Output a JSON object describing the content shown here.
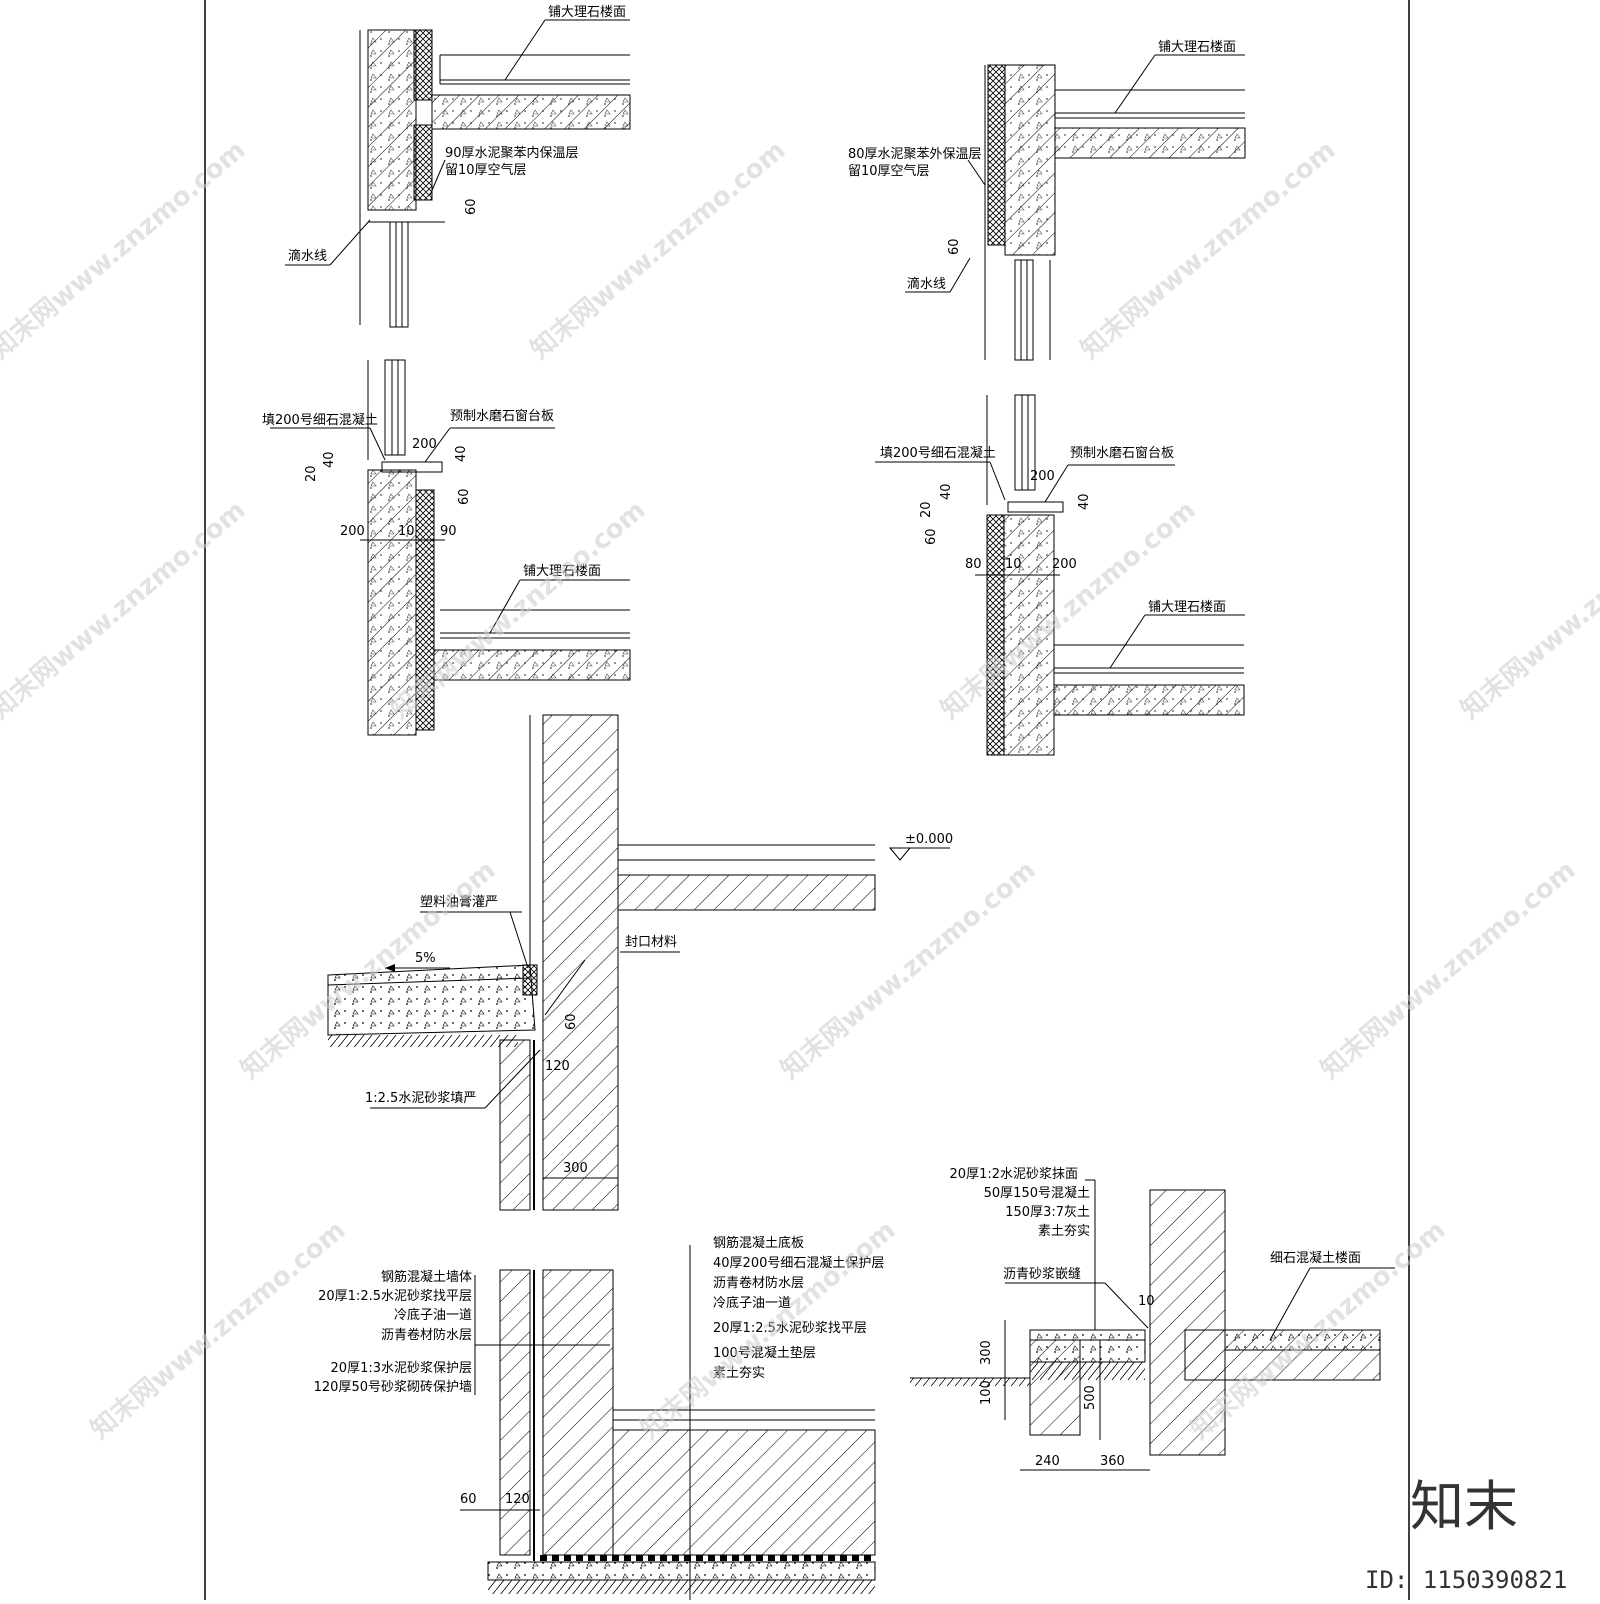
{
  "labels": {
    "d1_floor": "铺大理石楼面",
    "d1_insul": "90厚水泥聚苯内保温层",
    "d1_air": "留10厚空气层",
    "d1_drip": "滴水线",
    "d1_dim60": "60",
    "d2_floor": "铺大理石楼面",
    "d2_insul": "80厚水泥聚苯外保温层",
    "d2_air": "留10厚空气层",
    "d2_drip": "滴水线",
    "d2_dim60": "60",
    "d3_fill": "填200号细石混凝土",
    "d3_sill": "预制水磨石窗台板",
    "d3_floor": "铺大理石楼面",
    "d3_dims": [
      "200",
      "20",
      "40",
      "40",
      "60",
      "200",
      "10",
      "90"
    ],
    "d4_fill": "填200号细石混凝土",
    "d4_sill": "预制水磨石窗台板",
    "d4_floor": "铺大理石楼面",
    "d4_dims": [
      "200",
      "20",
      "40",
      "40",
      "60",
      "80",
      "10",
      "200"
    ],
    "d5_level": "±0.000",
    "d5_caulk": "塑料油膏灌严",
    "d5_slope": "5%",
    "d5_seal": "封口材料",
    "d5_mortar": "1:2.5水泥砂浆填严",
    "d5_dims": [
      "60",
      "120",
      "300"
    ],
    "d6_left": [
      "钢筋混凝土墙体",
      "20厚1:2.5水泥砂浆找平层",
      "冷底子油一道",
      "沥青卷材防水层",
      "20厚1:3水泥砂浆保护层",
      "120厚50号砂浆砌砖保护墙"
    ],
    "d6_right": [
      "钢筋混凝土底板",
      "40厚200号细石混凝土保护层",
      "沥青卷材防水层",
      "冷底子油一道",
      "20厚1:2.5水泥砂浆找平层",
      "100号混凝土垫层",
      "素土夯实"
    ],
    "d6_dims": [
      "60",
      "120"
    ],
    "d7_layers": [
      "20厚1:2水泥砂浆抹面",
      "50厚150号混凝土",
      "150厚3:7灰土",
      "素土夯实"
    ],
    "d7_joint": "沥青砂浆嵌缝",
    "d7_floor": "细石混凝土楼面",
    "d7_dims": [
      "10",
      "300",
      "100",
      "500",
      "240",
      "360"
    ]
  },
  "watermark": "知末网www.znzmo.com",
  "brand": "知末",
  "image_id": "ID: 1150390821"
}
